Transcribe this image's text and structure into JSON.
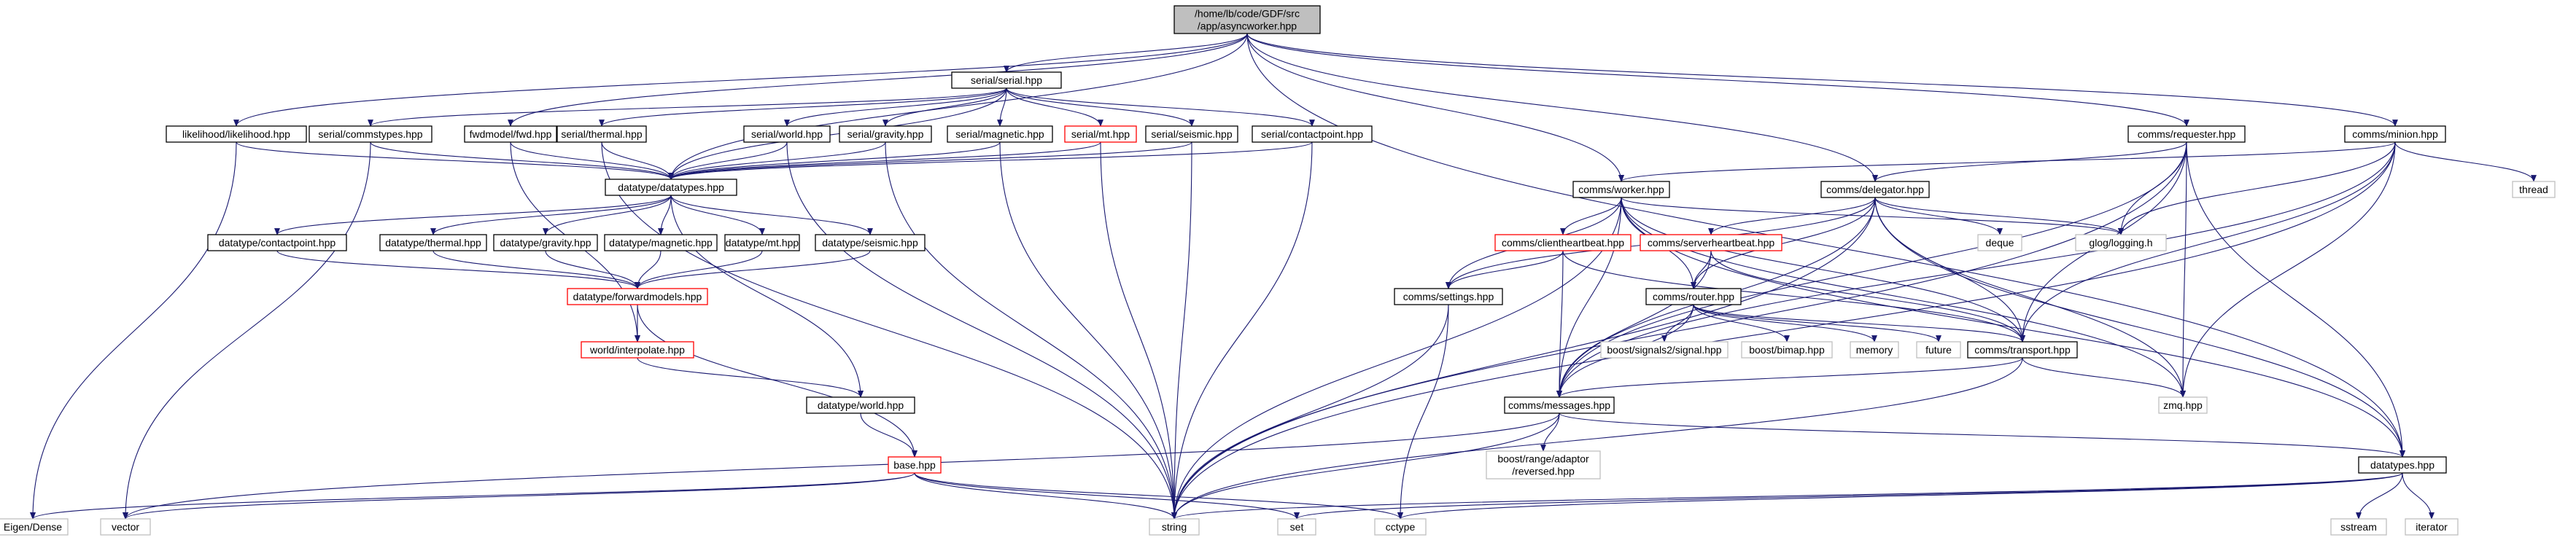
{
  "diagram_title": "",
  "colors": {
    "edge": "#191970",
    "node_border": "#000000",
    "node_border_broken": "#ff0000",
    "node_border_external": "#bfbfbf",
    "root_fill": "#bfbfbf",
    "node_fill": "#ffffff",
    "text": "#000000",
    "text_external": "#000000"
  },
  "nodes": [
    {
      "id": "root",
      "lines": [
        "/home/lb/code/GDF/src",
        "/app/asyncworker.hpp"
      ],
      "kind": "root"
    },
    {
      "id": "serial_serial",
      "lines": [
        "serial/serial.hpp"
      ],
      "kind": "normal"
    },
    {
      "id": "likelihood",
      "lines": [
        "likelihood/likelihood.hpp"
      ],
      "kind": "normal"
    },
    {
      "id": "serial_commstypes",
      "lines": [
        "serial/commstypes.hpp"
      ],
      "kind": "normal"
    },
    {
      "id": "fwdmodel_fwd",
      "lines": [
        "fwdmodel/fwd.hpp"
      ],
      "kind": "normal"
    },
    {
      "id": "serial_thermal",
      "lines": [
        "serial/thermal.hpp"
      ],
      "kind": "normal"
    },
    {
      "id": "serial_world",
      "lines": [
        "serial/world.hpp"
      ],
      "kind": "normal"
    },
    {
      "id": "serial_gravity",
      "lines": [
        "serial/gravity.hpp"
      ],
      "kind": "normal"
    },
    {
      "id": "serial_magnetic",
      "lines": [
        "serial/magnetic.hpp"
      ],
      "kind": "normal"
    },
    {
      "id": "serial_mt",
      "lines": [
        "serial/mt.hpp"
      ],
      "kind": "broken"
    },
    {
      "id": "serial_seismic",
      "lines": [
        "serial/seismic.hpp"
      ],
      "kind": "normal"
    },
    {
      "id": "serial_contactpoint",
      "lines": [
        "serial/contactpoint.hpp"
      ],
      "kind": "normal"
    },
    {
      "id": "comms_requester",
      "lines": [
        "comms/requester.hpp"
      ],
      "kind": "normal"
    },
    {
      "id": "comms_minion",
      "lines": [
        "comms/minion.hpp"
      ],
      "kind": "normal"
    },
    {
      "id": "datatype_datatypes",
      "lines": [
        "datatype/datatypes.hpp"
      ],
      "kind": "normal"
    },
    {
      "id": "comms_worker",
      "lines": [
        "comms/worker.hpp"
      ],
      "kind": "normal"
    },
    {
      "id": "comms_delegator",
      "lines": [
        "comms/delegator.hpp"
      ],
      "kind": "normal"
    },
    {
      "id": "thread",
      "lines": [
        "thread"
      ],
      "kind": "external"
    },
    {
      "id": "datatype_contactpoint",
      "lines": [
        "datatype/contactpoint.hpp"
      ],
      "kind": "normal"
    },
    {
      "id": "datatype_thermal",
      "lines": [
        "datatype/thermal.hpp"
      ],
      "kind": "normal"
    },
    {
      "id": "datatype_gravity",
      "lines": [
        "datatype/gravity.hpp"
      ],
      "kind": "normal"
    },
    {
      "id": "datatype_magnetic",
      "lines": [
        "datatype/magnetic.hpp"
      ],
      "kind": "normal"
    },
    {
      "id": "datatype_mt",
      "lines": [
        "datatype/mt.hpp"
      ],
      "kind": "normal"
    },
    {
      "id": "datatype_seismic",
      "lines": [
        "datatype/seismic.hpp"
      ],
      "kind": "normal"
    },
    {
      "id": "comms_clientheartbeat",
      "lines": [
        "comms/clientheartbeat.hpp"
      ],
      "kind": "broken"
    },
    {
      "id": "comms_serverheartbeat",
      "lines": [
        "comms/serverheartbeat.hpp"
      ],
      "kind": "broken"
    },
    {
      "id": "deque",
      "lines": [
        "deque"
      ],
      "kind": "external"
    },
    {
      "id": "glog",
      "lines": [
        "glog/logging.h"
      ],
      "kind": "external"
    },
    {
      "id": "datatype_forwardmodels",
      "lines": [
        "datatype/forwardmodels.hpp"
      ],
      "kind": "broken"
    },
    {
      "id": "comms_settings",
      "lines": [
        "comms/settings.hpp"
      ],
      "kind": "normal"
    },
    {
      "id": "comms_router",
      "lines": [
        "comms/router.hpp"
      ],
      "kind": "normal"
    },
    {
      "id": "boost_signal",
      "lines": [
        "boost/signals2/signal.hpp"
      ],
      "kind": "external"
    },
    {
      "id": "boost_bimap",
      "lines": [
        "boost/bimap.hpp"
      ],
      "kind": "external"
    },
    {
      "id": "memory",
      "lines": [
        "memory"
      ],
      "kind": "external"
    },
    {
      "id": "future",
      "lines": [
        "future"
      ],
      "kind": "external"
    },
    {
      "id": "comms_transport",
      "lines": [
        "comms/transport.hpp"
      ],
      "kind": "normal"
    },
    {
      "id": "world_interpolate",
      "lines": [
        "world/interpolate.hpp"
      ],
      "kind": "broken"
    },
    {
      "id": "datatype_world",
      "lines": [
        "datatype/world.hpp"
      ],
      "kind": "normal"
    },
    {
      "id": "comms_messages",
      "lines": [
        "comms/messages.hpp"
      ],
      "kind": "normal"
    },
    {
      "id": "zmq",
      "lines": [
        "zmq.hpp"
      ],
      "kind": "external"
    },
    {
      "id": "boost_range",
      "lines": [
        "boost/range/adaptor",
        "/reversed.hpp"
      ],
      "kind": "external"
    },
    {
      "id": "base",
      "lines": [
        "base.hpp"
      ],
      "kind": "broken"
    },
    {
      "id": "datatypes",
      "lines": [
        "datatypes.hpp"
      ],
      "kind": "normal"
    },
    {
      "id": "eigen",
      "lines": [
        "Eigen/Dense"
      ],
      "kind": "external"
    },
    {
      "id": "vector",
      "lines": [
        "vector"
      ],
      "kind": "external"
    },
    {
      "id": "string",
      "lines": [
        "string"
      ],
      "kind": "external"
    },
    {
      "id": "set",
      "lines": [
        "set"
      ],
      "kind": "external"
    },
    {
      "id": "cctype",
      "lines": [
        "cctype"
      ],
      "kind": "external"
    },
    {
      "id": "sstream",
      "lines": [
        "sstream"
      ],
      "kind": "external"
    },
    {
      "id": "iterator",
      "lines": [
        "iterator"
      ],
      "kind": "external"
    }
  ],
  "edges": [
    [
      "root",
      "serial_serial"
    ],
    [
      "root",
      "likelihood"
    ],
    [
      "root",
      "fwdmodel_fwd"
    ],
    [
      "root",
      "datatype_datatypes"
    ],
    [
      "root",
      "comms_requester"
    ],
    [
      "root",
      "comms_minion"
    ],
    [
      "root",
      "comms_worker"
    ],
    [
      "root",
      "comms_delegator"
    ],
    [
      "root",
      "datatypes"
    ],
    [
      "serial_serial",
      "serial_commstypes"
    ],
    [
      "serial_serial",
      "serial_thermal"
    ],
    [
      "serial_serial",
      "serial_world"
    ],
    [
      "serial_serial",
      "serial_gravity"
    ],
    [
      "serial_serial",
      "serial_magnetic"
    ],
    [
      "serial_serial",
      "serial_mt"
    ],
    [
      "serial_serial",
      "serial_seismic"
    ],
    [
      "serial_serial",
      "serial_contactpoint"
    ],
    [
      "serial_serial",
      "datatype_datatypes"
    ],
    [
      "likelihood",
      "eigen"
    ],
    [
      "likelihood",
      "datatype_datatypes"
    ],
    [
      "serial_commstypes",
      "vector"
    ],
    [
      "serial_commstypes",
      "datatype_datatypes"
    ],
    [
      "fwdmodel_fwd",
      "world_interpolate"
    ],
    [
      "fwdmodel_fwd",
      "datatype_datatypes"
    ],
    [
      "serial_thermal",
      "string"
    ],
    [
      "serial_thermal",
      "datatype_datatypes"
    ],
    [
      "serial_world",
      "string"
    ],
    [
      "serial_world",
      "datatype_datatypes"
    ],
    [
      "serial_gravity",
      "string"
    ],
    [
      "serial_gravity",
      "datatype_datatypes"
    ],
    [
      "serial_magnetic",
      "string"
    ],
    [
      "serial_magnetic",
      "datatype_datatypes"
    ],
    [
      "serial_mt",
      "string"
    ],
    [
      "serial_mt",
      "datatype_datatypes"
    ],
    [
      "serial_seismic",
      "string"
    ],
    [
      "serial_seismic",
      "datatype_datatypes"
    ],
    [
      "serial_contactpoint",
      "string"
    ],
    [
      "serial_contactpoint",
      "datatype_datatypes"
    ],
    [
      "datatype_datatypes",
      "datatype_contactpoint"
    ],
    [
      "datatype_datatypes",
      "datatype_thermal"
    ],
    [
      "datatype_datatypes",
      "datatype_gravity"
    ],
    [
      "datatype_datatypes",
      "datatype_magnetic"
    ],
    [
      "datatype_datatypes",
      "datatype_mt"
    ],
    [
      "datatype_datatypes",
      "datatype_seismic"
    ],
    [
      "datatype_datatypes",
      "datatype_world"
    ],
    [
      "datatype_contactpoint",
      "datatype_forwardmodels"
    ],
    [
      "datatype_thermal",
      "datatype_forwardmodels"
    ],
    [
      "datatype_gravity",
      "datatype_forwardmodels"
    ],
    [
      "datatype_magnetic",
      "datatype_forwardmodels"
    ],
    [
      "datatype_mt",
      "datatype_forwardmodels"
    ],
    [
      "datatype_seismic",
      "datatype_forwardmodels"
    ],
    [
      "datatype_forwardmodels",
      "world_interpolate"
    ],
    [
      "datatype_forwardmodels",
      "base"
    ],
    [
      "world_interpolate",
      "datatype_world"
    ],
    [
      "datatype_world",
      "base"
    ],
    [
      "base",
      "eigen"
    ],
    [
      "base",
      "vector"
    ],
    [
      "base",
      "string"
    ],
    [
      "base",
      "set"
    ],
    [
      "base",
      "cctype"
    ],
    [
      "comms_requester",
      "comms_delegator"
    ],
    [
      "comms_requester",
      "glog"
    ],
    [
      "comms_requester",
      "comms_transport"
    ],
    [
      "comms_requester",
      "comms_messages"
    ],
    [
      "comms_requester",
      "zmq"
    ],
    [
      "comms_requester",
      "datatypes"
    ],
    [
      "comms_requester",
      "string"
    ],
    [
      "comms_minion",
      "comms_worker"
    ],
    [
      "comms_minion",
      "thread"
    ],
    [
      "comms_minion",
      "glog"
    ],
    [
      "comms_minion",
      "comms_transport"
    ],
    [
      "comms_minion",
      "comms_messages"
    ],
    [
      "comms_minion",
      "zmq"
    ],
    [
      "comms_minion",
      "string"
    ],
    [
      "comms_worker",
      "comms_clientheartbeat"
    ],
    [
      "comms_worker",
      "comms_settings"
    ],
    [
      "comms_worker",
      "comms_router"
    ],
    [
      "comms_worker",
      "comms_messages"
    ],
    [
      "comms_worker",
      "comms_transport"
    ],
    [
      "comms_worker",
      "glog"
    ],
    [
      "comms_worker",
      "zmq"
    ],
    [
      "comms_worker",
      "datatypes"
    ],
    [
      "comms_worker",
      "string"
    ],
    [
      "comms_delegator",
      "comms_serverheartbeat"
    ],
    [
      "comms_delegator",
      "comms_settings"
    ],
    [
      "comms_delegator",
      "comms_router"
    ],
    [
      "comms_delegator",
      "comms_messages"
    ],
    [
      "comms_delegator",
      "comms_transport"
    ],
    [
      "comms_delegator",
      "deque"
    ],
    [
      "comms_delegator",
      "glog"
    ],
    [
      "comms_delegator",
      "zmq"
    ],
    [
      "comms_delegator",
      "string"
    ],
    [
      "comms_delegator",
      "datatypes"
    ],
    [
      "comms_clientheartbeat",
      "comms_settings"
    ],
    [
      "comms_clientheartbeat",
      "comms_transport"
    ],
    [
      "comms_clientheartbeat",
      "comms_messages"
    ],
    [
      "comms_serverheartbeat",
      "comms_router"
    ],
    [
      "comms_serverheartbeat",
      "comms_transport"
    ],
    [
      "comms_serverheartbeat",
      "comms_messages"
    ],
    [
      "comms_settings",
      "string"
    ],
    [
      "comms_settings",
      "cctype"
    ],
    [
      "comms_router",
      "boost_signal"
    ],
    [
      "comms_router",
      "boost_bimap"
    ],
    [
      "comms_router",
      "memory"
    ],
    [
      "comms_router",
      "future"
    ],
    [
      "comms_router",
      "comms_transport"
    ],
    [
      "comms_router",
      "comms_messages"
    ],
    [
      "comms_transport",
      "comms_messages"
    ],
    [
      "comms_transport",
      "zmq"
    ],
    [
      "comms_transport",
      "string"
    ],
    [
      "comms_messages",
      "boost_range"
    ],
    [
      "comms_messages",
      "datatypes"
    ],
    [
      "comms_messages",
      "string"
    ],
    [
      "comms_messages",
      "vector"
    ],
    [
      "datatypes",
      "string"
    ],
    [
      "datatypes",
      "sstream"
    ],
    [
      "datatypes",
      "iterator"
    ],
    [
      "datatypes",
      "set"
    ],
    [
      "datatypes",
      "cctype"
    ]
  ]
}
